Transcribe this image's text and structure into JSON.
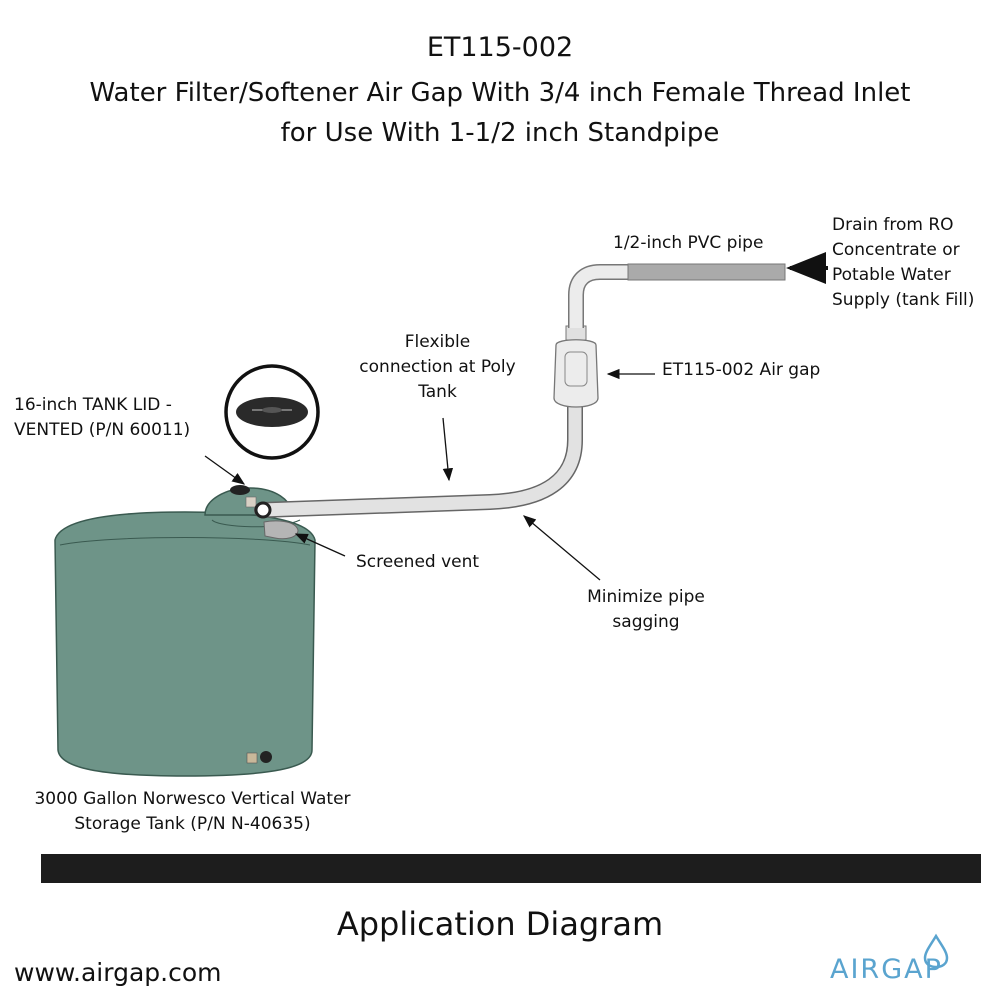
{
  "header": {
    "line1": "ET115-002",
    "line2": "Water Filter/Softener Air Gap With 3/4 inch Female Thread Inlet",
    "line3": "for Use With 1-1/2 inch Standpipe"
  },
  "labels": {
    "pvc_pipe": "1/2-inch PVC pipe",
    "drain_1": "Drain from RO",
    "drain_2": "Concentrate or",
    "drain_3": "Potable Water",
    "drain_4": "Supply (tank Fill)",
    "flex_1": "Flexible",
    "flex_2": "connection at Poly",
    "flex_3": "Tank",
    "air_gap": "ET115-002 Air gap",
    "lid_1": "16-inch TANK LID -",
    "lid_2": "VENTED (P/N 60011)",
    "vent": "Screened vent",
    "sag_1": "Minimize pipe",
    "sag_2": "sagging",
    "tank_1": "3000 Gallon Norwesco Vertical Water",
    "tank_2": "Storage Tank (P/N N-40635)"
  },
  "footer": {
    "title": "Application Diagram",
    "url": "www.airgap.com",
    "logo": "AIRGAP"
  },
  "colors": {
    "tank": "#6e9488",
    "pipe": "#e2e2e2",
    "pvc": "#aaaaaa",
    "bar": "#1d1d1d",
    "logo": "#5aa4cf"
  }
}
